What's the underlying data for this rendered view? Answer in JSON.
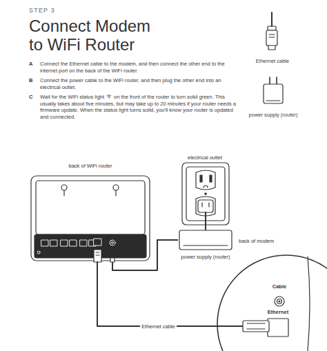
{
  "diagram": {
    "title": "Connect Modem to WiFi Router",
    "nodes": [
      {
        "text": [
          "back of WiFi router"
        ]
      },
      {
        "text": [
          "electrical outlet"
        ]
      },
      {
        "text": [
          "power supply (router)"
        ]
      },
      {
        "text": [
          "back of modem",
          "Cable",
          "Ethernet"
        ]
      }
    ],
    "edges": [
      {
        "from": 0,
        "to": 3,
        "label": "Ethernet cable",
        "arrow": "none"
      },
      {
        "from": 2,
        "to": 0,
        "arrow": "none"
      },
      {
        "from": 2,
        "to": 1,
        "arrow": "none"
      }
    ],
    "labels": [
      "STEP 3",
      "A",
      "Connect the Ethernet cable to the modem, and then connect the other end to the internet port on the back of the WiFi router.",
      "B",
      "Connect the power cable to the WiFi router, and then plug the other end into an electrical outlet.",
      "C",
      "Wait for the WiFi status light",
      "on the front of the router to turn solid green. This usually takes about five minutes, but may take up to 20 minutes if your router needs a firmware update. When the status light turns solid, you'll know your router is updated and connected.",
      "Ethernet cable",
      "power supply (router)"
    ]
  }
}
